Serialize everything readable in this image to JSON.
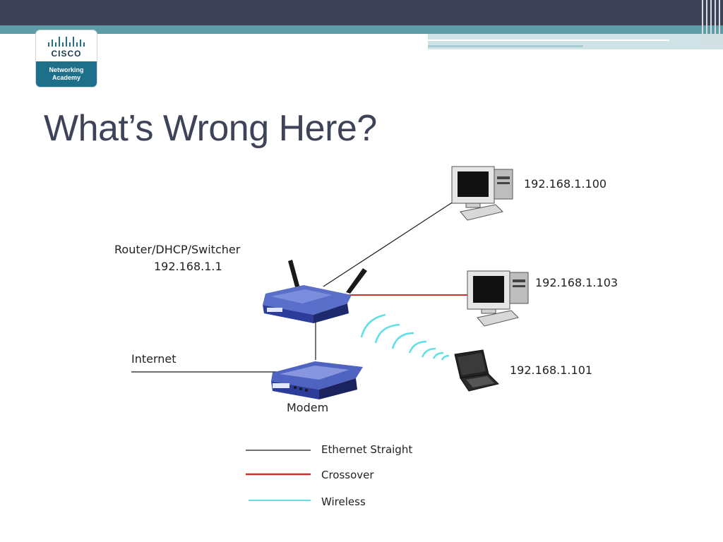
{
  "slide": {
    "title": "What’s Wrong Here?"
  },
  "logo": {
    "brand": "CISCO",
    "line1": "Networking",
    "line2": "Academy",
    "icon": "cisco-bridge-icon"
  },
  "diagram": {
    "router": {
      "name": "Router/DHCP/Switcher",
      "ip": "192.168.1.1",
      "icon": "wireless-router-icon"
    },
    "modem": {
      "name": "Modem",
      "icon": "modem-icon"
    },
    "internet": {
      "label": "Internet"
    },
    "desktop_top": {
      "ip": "192.168.1.100",
      "icon": "desktop-computer-icon"
    },
    "desktop_mid": {
      "ip": "192.168.1.103",
      "icon": "desktop-computer-icon"
    },
    "laptop": {
      "ip": "192.168.1.101",
      "icon": "laptop-icon"
    },
    "legend": [
      {
        "label": "Ethernet Straight",
        "color": "#1a1a1a"
      },
      {
        "label": "Crossover",
        "color": "#d32f2f"
      },
      {
        "label": "Wireless",
        "color": "#5fe0e6"
      }
    ]
  },
  "colors": {
    "top_bar": "#3f4156",
    "teal_band": "#5f9da6",
    "title": "#3e4358"
  }
}
